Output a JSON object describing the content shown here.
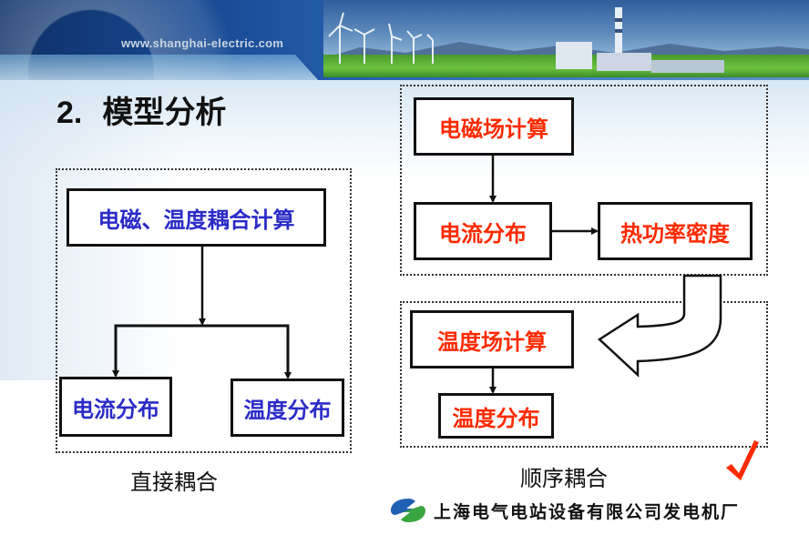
{
  "header": {
    "url": "www.shanghai-electric.com"
  },
  "title": {
    "number": "2.",
    "text": "模型分析"
  },
  "direct_coupling": {
    "caption": "直接耦合",
    "top_box": "电磁、温度耦合计算",
    "left_box": "电流分布",
    "right_box": "温度分布"
  },
  "sequential_coupling": {
    "caption": "顺序耦合",
    "upper": {
      "em_field": "电磁场计算",
      "current": "电流分布",
      "heat": "热功率密度"
    },
    "lower": {
      "temp_field": "温度场计算",
      "temp_dist": "温度分布"
    },
    "selected_mark": "check"
  },
  "footer": {
    "company": "上海电气电站设备有限公司发电机厂"
  },
  "colors": {
    "left_text": "#2b2bc8",
    "right_text": "#ff2a00",
    "check": "#ff2a00",
    "logo_blue": "#1f5fb4",
    "logo_green": "#3aa640"
  }
}
